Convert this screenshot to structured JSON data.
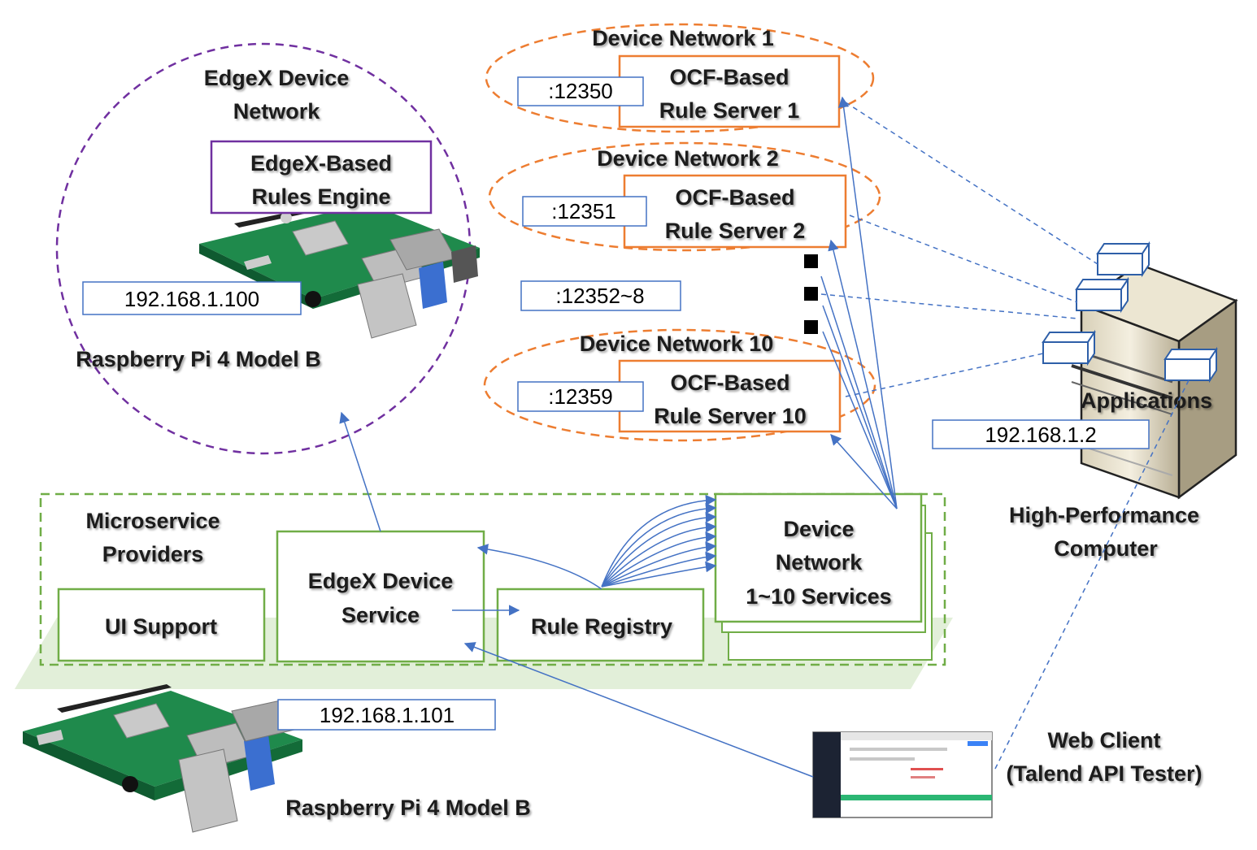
{
  "edgex_network": {
    "title_line1": "EdgeX Device",
    "title_line2": "Network",
    "engine_line1": "EdgeX-Based",
    "engine_line2": "Rules Engine",
    "ip": "192.168.1.100",
    "device_label": "Raspberry Pi 4 Model B"
  },
  "device_networks": [
    {
      "name": "Device Network 1",
      "port": ":12350",
      "server_line1": "OCF-Based",
      "server_line2": "Rule Server 1"
    },
    {
      "name": "Device Network 2",
      "port": ":12351",
      "server_line1": "OCF-Based",
      "server_line2": "Rule Server 2"
    },
    {
      "name": "Device Network 10",
      "port": ":12359",
      "server_line1": "OCF-Based",
      "server_line2": "Rule Server 10"
    }
  ],
  "port_range": ":12352~8",
  "hpc": {
    "apps_label": "Applications",
    "ip": "192.168.1.2",
    "label_line1": "High-Performance",
    "label_line2": "Computer"
  },
  "microservices": {
    "title_line1": "Microservice",
    "title_line2": "Providers",
    "ui_support": "UI Support",
    "edgex_service_line1": "EdgeX Device",
    "edgex_service_line2": "Service",
    "rule_registry": "Rule Registry",
    "dn_services_line1": "Device",
    "dn_services_line2": "Network",
    "dn_services_line3": "1~10 Services"
  },
  "rpi_bottom": {
    "ip": "192.168.1.101",
    "label": "Raspberry Pi 4 Model B"
  },
  "web_client": {
    "label_line1": "Web Client",
    "label_line2": "(Talend API Tester)"
  },
  "colors": {
    "purple": "#7030a0",
    "orange": "#ed7d31",
    "green": "#70ad47",
    "blue": "#4472c4",
    "board_green": "#1f8a4c"
  }
}
